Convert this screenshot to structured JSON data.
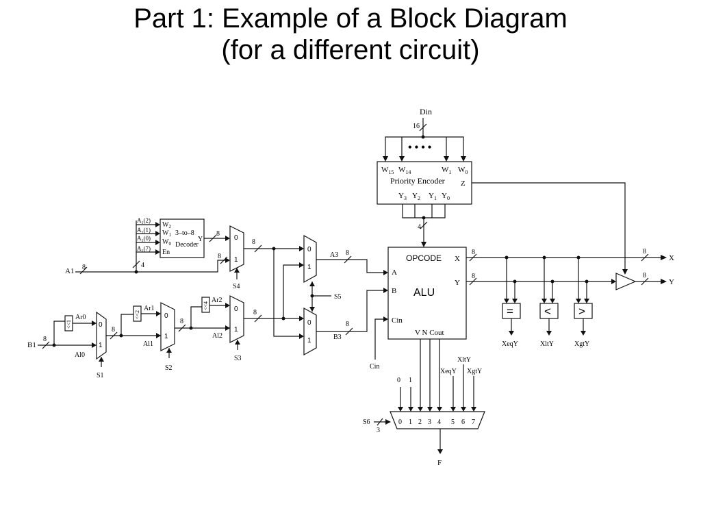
{
  "title": {
    "line1": "Part 1: Example of a Block Diagram",
    "line2": "(for a different circuit)"
  },
  "encoder": {
    "name": "Priority Encoder",
    "din": "Din",
    "din_width": "16",
    "out_width": "4",
    "ellipsis": "• • • •",
    "in15": "W",
    "in15_sub": "15",
    "in14": "W",
    "in14_sub": "14",
    "in1": "W",
    "in1_sub": "1",
    "in0": "W",
    "in0_sub": "0",
    "z": "Z",
    "y3": "Y",
    "y3_sub": "3",
    "y2": "Y",
    "y2_sub": "2",
    "y1": "Y",
    "y1_sub": "1",
    "y0": "Y",
    "y0_sub": "0"
  },
  "decoder": {
    "name_line1": "3–to–8",
    "name_line2": "Decoder",
    "y": "Y",
    "w2": "W",
    "w2_sub": "2",
    "w1": "W",
    "w1_sub": "1",
    "w0": "W",
    "w0_sub": "0",
    "en": "En",
    "a2": "A",
    "a2_sub": "1",
    "a2_idx": "(2)",
    "a1": "A",
    "a1_sub": "1",
    "a1_idx": "(1)",
    "a0": "A",
    "a0_sub": "1",
    "a0_idx": "(0)",
    "a7": "A",
    "a7_sub": "1",
    "a7_idx": "(7)",
    "bus_width": "4"
  },
  "alu": {
    "name": "ALU",
    "opcode": "OPCODE",
    "a": "A",
    "b": "B",
    "cin": "Cin",
    "x": "X",
    "y": "Y",
    "flags": "V  N Cout"
  },
  "signals": {
    "a1": "A1",
    "b1": "B1",
    "a3": "A3",
    "b3": "B3",
    "al0": "Al0",
    "al1": "Al1",
    "al2": "Al2",
    "ar0": "Ar0",
    "ar1": "Ar1",
    "ar2": "Ar2",
    "s1": "S1",
    "s2": "S2",
    "s3": "S3",
    "s4": "S4",
    "s5": "S5",
    "s6": "S6",
    "cin": "Cin",
    "f": "F",
    "out_x": "X",
    "out_y": "Y",
    "xeqy": "XeqY",
    "xlty": "XltY",
    "xgty": "XgtY",
    "const0": "0",
    "const1": "1"
  },
  "widths": {
    "eight": "8",
    "three": "3"
  },
  "mux": {
    "in0": "0",
    "in1": "1"
  },
  "shifters": {
    "s1": "<<1",
    "s2": "<<2",
    "s4": "<<4"
  },
  "comparators": {
    "eq": "=",
    "lt": "<",
    "gt": ">"
  },
  "bigmux_inputs": [
    "0",
    "1",
    "2",
    "3",
    "4",
    "5",
    "6",
    "7"
  ]
}
